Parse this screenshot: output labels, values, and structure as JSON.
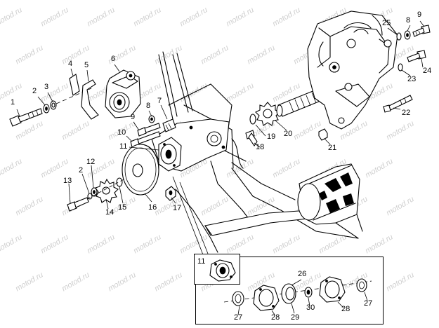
{
  "watermark": "motod.ru",
  "callouts": [
    {
      "id": "c1",
      "text": "1"
    },
    {
      "id": "c2",
      "text": "2"
    },
    {
      "id": "c3",
      "text": "3"
    },
    {
      "id": "c4",
      "text": "4"
    },
    {
      "id": "c5",
      "text": "5"
    },
    {
      "id": "c6",
      "text": "6"
    },
    {
      "id": "c7",
      "text": "7"
    },
    {
      "id": "c8",
      "text": "8"
    },
    {
      "id": "c9",
      "text": "9"
    },
    {
      "id": "c10",
      "text": "10"
    },
    {
      "id": "c11",
      "text": "11"
    },
    {
      "id": "c12",
      "text": "12"
    },
    {
      "id": "c2b",
      "text": "2"
    },
    {
      "id": "c13",
      "text": "13"
    },
    {
      "id": "c14",
      "text": "14"
    },
    {
      "id": "c15",
      "text": "15"
    },
    {
      "id": "c16",
      "text": "16"
    },
    {
      "id": "c17",
      "text": "17"
    },
    {
      "id": "c18",
      "text": "18"
    },
    {
      "id": "c19",
      "text": "19"
    },
    {
      "id": "c20",
      "text": "20"
    },
    {
      "id": "c21",
      "text": "21"
    },
    {
      "id": "c22",
      "text": "22"
    },
    {
      "id": "c23",
      "text": "23"
    },
    {
      "id": "c24",
      "text": "24"
    },
    {
      "id": "c25",
      "text": "25"
    },
    {
      "id": "c8b",
      "text": "8"
    },
    {
      "id": "c9b",
      "text": "9"
    }
  ],
  "inset_callouts": [
    {
      "id": "i11",
      "text": "11"
    },
    {
      "id": "i26",
      "text": "26"
    },
    {
      "id": "i27a",
      "text": "27"
    },
    {
      "id": "i28a",
      "text": "28"
    },
    {
      "id": "i29",
      "text": "29"
    },
    {
      "id": "i30",
      "text": "30"
    },
    {
      "id": "i28b",
      "text": "28"
    },
    {
      "id": "i27b",
      "text": "27"
    }
  ]
}
